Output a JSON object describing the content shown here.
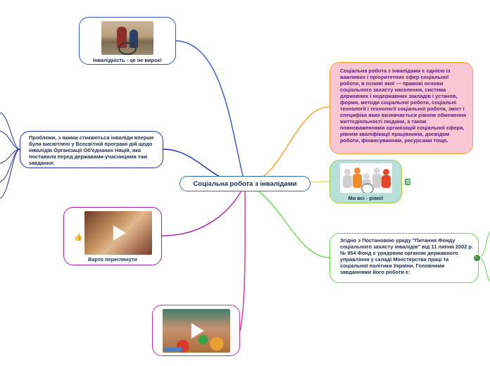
{
  "center": {
    "title": "Соціальна робота з інвалідами"
  },
  "nodes": {
    "disability": {
      "caption": "Інвалідність - це не вирок!"
    },
    "problems": {
      "text": "Проблеми, з якими стикаються інваліди вперше були висвітлені у Всесвітній програмі дій щодо інвалідів Організації Об'єднаних Націй, яка поставила перед державами-учасницями такі завдання:"
    },
    "video1": {
      "caption": "Варто переглянути",
      "icon": "thumbs-up-icon"
    },
    "video2": {
      "caption": ""
    },
    "definition": {
      "text": "Соціальна робота з інвалідами є однією із важливих і пріоритетних сфер соціальної роботи, в основі якої — правові основи соціального захисту населення, система державних і недержавних закладів і установ, форми, методи соціальної роботи, соціальні технології і технології соціальної роботи, зміст і специфіка яких визначається рівнем обмеження життєдіяльності людини, а також повноваженнями організацій соціальної сфери, рівнем кваліфікації працівників, досвідом роботи, фінансуванням, ресурсами тощо."
    },
    "equal": {
      "caption": "Ми всі - рівні!",
      "side_icon": "notes-icon"
    },
    "fund": {
      "text": "Згідно з Постановою уряду \"Питання Фонду соціального захисту інвалідів\" від 11 липня 2002 р. № 954 Фонд є урядовим органом державного управління у складі Міністерства праці та соціальної політики України. Головними завданнями його роботи є:",
      "side_icon": "globe-icon"
    }
  },
  "colors": {
    "center_border": "#2f6fb5",
    "disability": "#2b55c9",
    "problems": "#1f2ea3",
    "video1": "#a61ea8",
    "video2": "#cc2ba0",
    "definition": "#f5a123",
    "definition_fill": "#f9c6d6",
    "equal": "#9ed53a",
    "equal_fill": "#b8e0d9",
    "fund": "#66d64a"
  }
}
